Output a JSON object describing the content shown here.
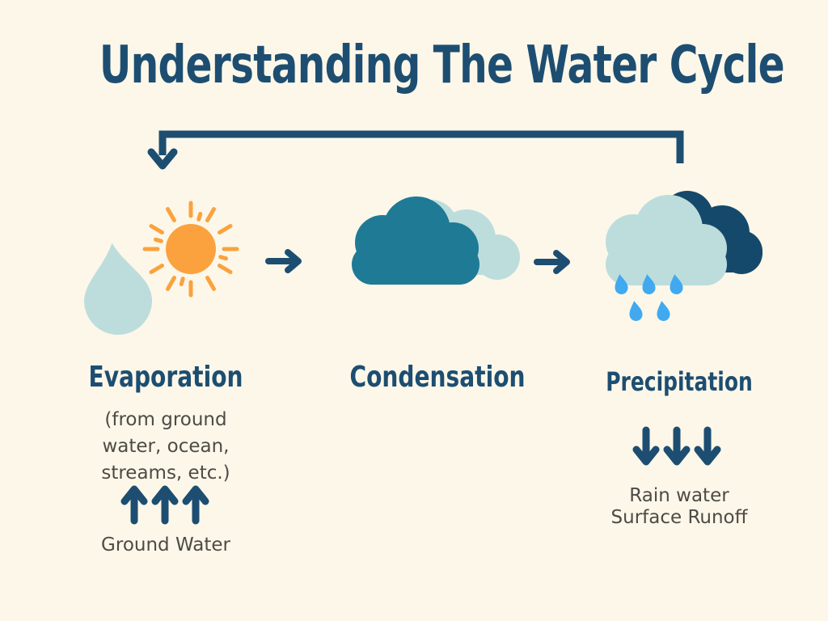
{
  "title": "Understanding The Water Cycle",
  "stages": {
    "evaporation": {
      "label": "Evaporation",
      "sub_lines": [
        "(from ground",
        "water, ocean,",
        "streams, etc.)"
      ],
      "note": "Ground Water"
    },
    "condensation": {
      "label": "Condensation"
    },
    "precipitation": {
      "label": "Precipitation",
      "note_lines": [
        "Rain water",
        "Surface Runoff"
      ]
    }
  },
  "icons": {
    "evaporation": [
      "water-drop-icon",
      "sun-icon"
    ],
    "condensation": [
      "cloud-icon"
    ],
    "precipitation": [
      "rain-cloud-icon"
    ],
    "flow": [
      "right-arrow-icon",
      "right-arrow-icon",
      "return-arrow-icon"
    ],
    "up_arrows": "up-arrows-icon",
    "down_arrows": "down-arrows-icon"
  },
  "colors": {
    "bg": "#fcf7e9",
    "navy": "#1d4e71",
    "darknavy": "#14496b",
    "teal": "#1f7a95",
    "pale": "#bcdddc",
    "orange": "#fba23e",
    "rain": "#41a9f0",
    "gray": "#4d4b45"
  }
}
